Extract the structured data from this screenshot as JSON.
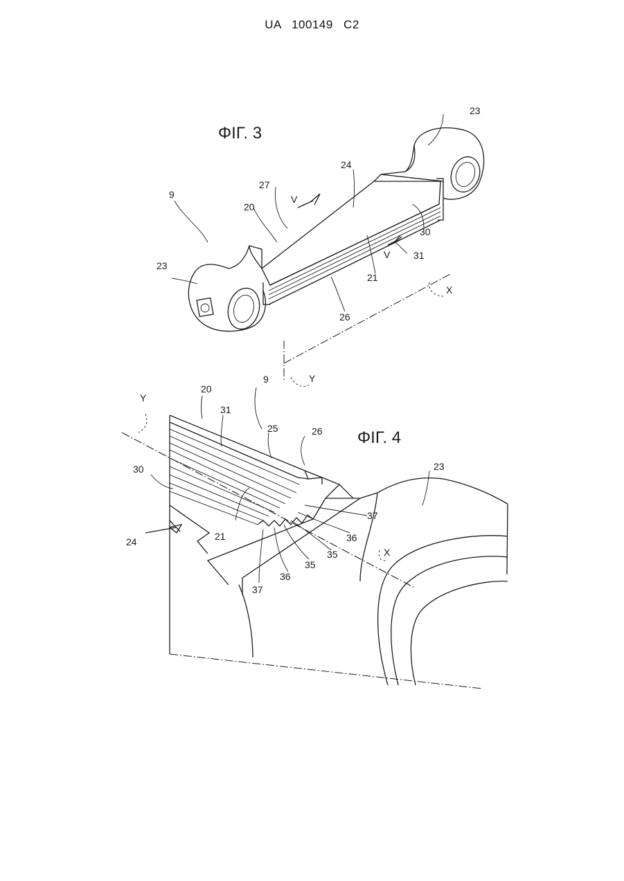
{
  "header": {
    "doc_number": "UA   100149   C2"
  },
  "fig3": {
    "title": "ΦΙΓ. 3",
    "labels": {
      "l9": "9",
      "l23a": "23",
      "l23b": "23",
      "l27": "27",
      "l20": "20",
      "l24": "24",
      "lV1": "V",
      "lV2": "V",
      "l30": "30",
      "l31": "31",
      "l21": "21",
      "l26": "26",
      "lX": "X",
      "lY": "Y"
    }
  },
  "fig4": {
    "title": "ΦΙΓ. 4",
    "labels": {
      "lY": "Y",
      "l20": "20",
      "l9": "9",
      "l31": "31",
      "l25": "25",
      "l26": "26",
      "l23": "23",
      "l30": "30",
      "l24": "24",
      "l21": "21",
      "l37a": "37",
      "l36a": "36",
      "l35a": "35",
      "l35b": "35",
      "l36b": "36",
      "l37b": "37",
      "lX": "X"
    }
  }
}
